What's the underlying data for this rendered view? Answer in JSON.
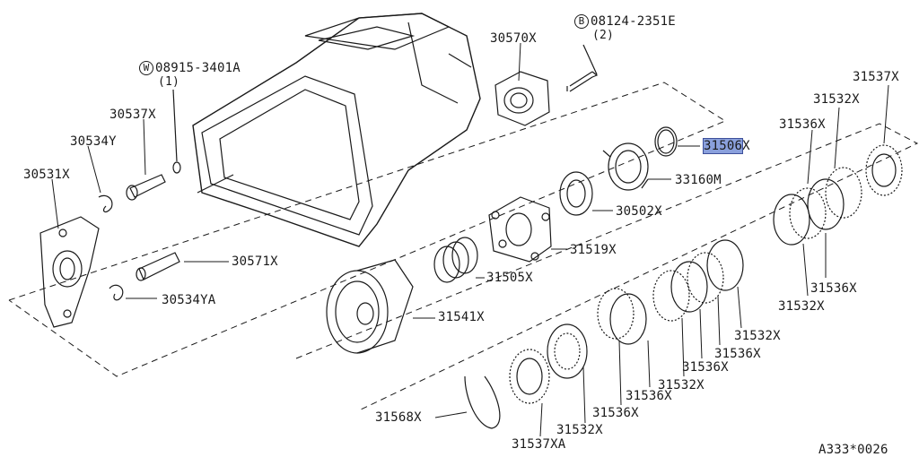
{
  "diagram": {
    "ref_code": "A333*0026",
    "bolts": [
      {
        "symbol": "W",
        "code": "08915-3401A",
        "qty": "(1)"
      },
      {
        "symbol": "B",
        "code": "08124-2351E",
        "qty": "(2)"
      }
    ],
    "labels": {
      "p30570x": "30570X",
      "p30537x": "30537X",
      "p30534y": "30534Y",
      "p30531x": "30531X",
      "p30571x": "30571X",
      "p30534ya": "30534YA",
      "p31506": "31506",
      "p31506_suffix": "X",
      "p33160m": "33160M",
      "p30502x": "30502X",
      "p31519x": "31519X",
      "p31505x": "31505X",
      "p31541x": "31541X",
      "p31568x": "31568X",
      "p31537xa": "31537XA",
      "p31537x": "31537X",
      "p31532x_a": "31532X",
      "p31536x_a": "31536X",
      "p31536x_b": "31536X",
      "p31532x_b": "31532X",
      "p31532x_c": "31532X",
      "p31536x_c": "31536X",
      "p31536x_d": "31536X",
      "p31532x_d": "31532X",
      "p31536x_e": "31536X",
      "p31536x_f": "31536X",
      "p31532x_e": "31532X"
    },
    "highlight_color": "#8aa0dc",
    "line_color": "#1a1a1a"
  }
}
